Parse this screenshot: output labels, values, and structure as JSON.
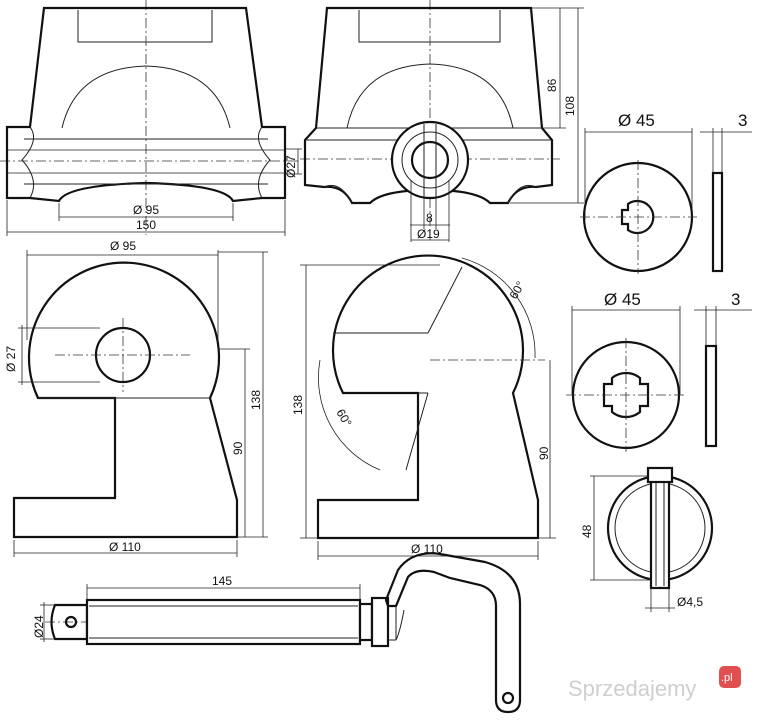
{
  "dimensions": {
    "front_width_d95": "Ø 95",
    "front_width_150": "150",
    "front_d27": "Ø27",
    "side_height_86": "86",
    "side_height_108": "108",
    "side_slot_8": "8",
    "side_d19": "Ø19",
    "washer1_d45": "Ø 45",
    "washer1_thickness": "3",
    "washer2_d45": "Ø 45",
    "washer2_thickness": "3",
    "bracket1_d95": "Ø 95",
    "bracket1_d27": "Ø 27",
    "bracket1_h138": "138",
    "bracket1_h90": "90",
    "bracket1_d110": "Ø 110",
    "bracket2_h138": "138",
    "bracket2_angle_top": "60°",
    "bracket2_angle_bottom": "60°",
    "bracket2_h90": "90",
    "bracket2_d110": "Ø 110",
    "pin_h48": "48",
    "pin_d45": "Ø4,5",
    "handle_len145": "145",
    "handle_d24": "Ø24"
  },
  "watermark": {
    "text": "Sprzedajemy",
    "suffix": ".pl"
  }
}
